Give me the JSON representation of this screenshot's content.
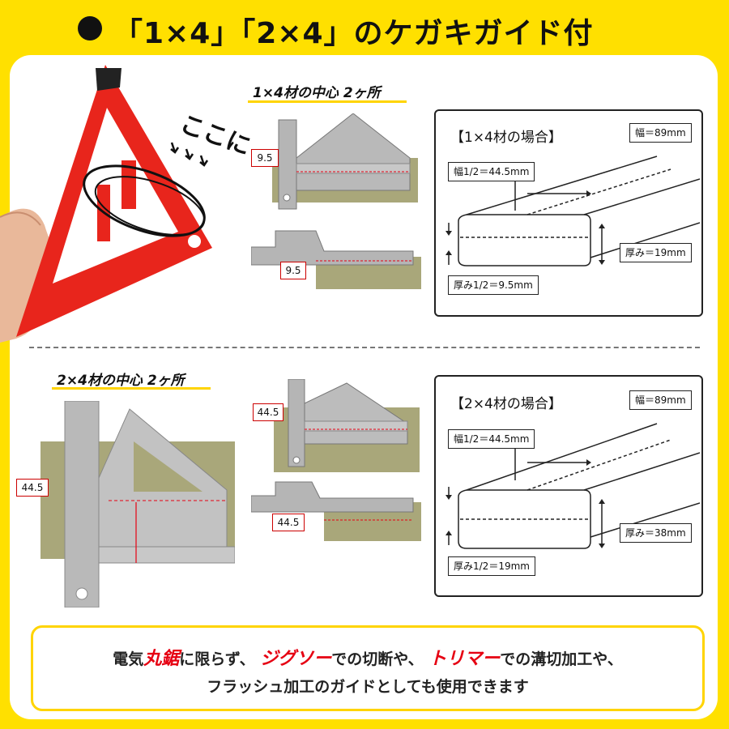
{
  "header": {
    "title": "「1×4」「2×4」のケガキガイド付"
  },
  "hand_photo": {
    "annotation": "ここに"
  },
  "section_1x4": {
    "heading": "1×4材の中心 2ヶ所",
    "photo_label_top": "9.5",
    "photo_label_bottom": "9.5",
    "diagram": {
      "title": "【1×4材の場合】",
      "width_label": "幅＝89mm",
      "half_width_label": "幅1/2＝44.5mm",
      "thickness_label": "厚み＝19mm",
      "half_thickness_label": "厚み1/2＝9.5mm"
    }
  },
  "section_2x4": {
    "heading": "2×4材の中心 2ヶ所",
    "big_photo_label": "44.5",
    "photo_label_top": "44.5",
    "photo_label_bottom": "44.5",
    "diagram": {
      "title": "【2×4材の場合】",
      "width_label": "幅＝89mm",
      "half_width_label": "幅1/2＝44.5mm",
      "thickness_label": "厚み＝38mm",
      "half_thickness_label": "厚み1/2＝19mm"
    }
  },
  "caption": {
    "line1_a": "電気",
    "line1_b": "丸鋸",
    "line1_c": "に限らず、",
    "line1_d": "ジグソー",
    "line1_e": "での切断や、",
    "line1_f": "トリマー",
    "line1_g": "での溝切加工や、",
    "line2": "フラッシュ加工のガイドとしても使用できます"
  },
  "colors": {
    "background": "#ffe000",
    "accent_red": "#e60012",
    "wood": "#a9a77a",
    "tool_gray": "#a9a9a9"
  }
}
